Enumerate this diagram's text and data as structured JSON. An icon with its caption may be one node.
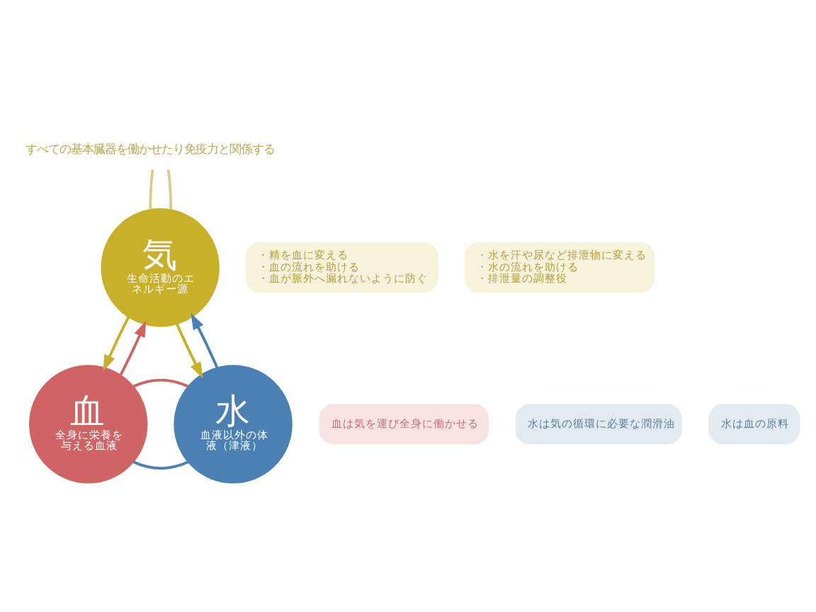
{
  "diagram": {
    "nodes": [
      {
        "text": [
          "気",
          "生命活動のエネルギー源"
        ]
      },
      {
        "text": [
          "血",
          "全身に栄養を与える血液"
        ]
      },
      {
        "text": [
          "水",
          "血液以外の体液（津液）"
        ]
      },
      {
        "text": [
          "すべての基本臓器を働かせたり免疫力と関係する"
        ]
      },
      {
        "text": [
          "・精を血に変える",
          "・血の流れを助ける",
          "・血が脈外へ漏れないように防ぐ"
        ]
      },
      {
        "text": [
          "・水を汗や尿など排泄物に変える",
          "・水の流れを助ける",
          "・排泄量の調整役"
        ]
      },
      {
        "text": [
          "血は気を運び全身に働かせる"
        ]
      },
      {
        "text": [
          "水は気の循環に必要な潤滑油"
        ]
      },
      {
        "text": [
          "水は血の原料"
        ]
      }
    ],
    "edges": [
      {
        "from": 3,
        "to": 0,
        "arrow": "none",
        "color": "#d8cc8c"
      },
      {
        "from": 3,
        "to": 0,
        "arrow": "none",
        "color": "#d8cc8c"
      },
      {
        "from": 0,
        "to": 1,
        "arrow": "to",
        "color": "#c8b02a"
      },
      {
        "from": 0,
        "to": 2,
        "arrow": "to",
        "color": "#c8b02a"
      },
      {
        "from": 1,
        "to": 0,
        "arrow": "to",
        "color": "#d06464"
      },
      {
        "from": 2,
        "to": 0,
        "arrow": "to",
        "color": "#4a80b4"
      },
      {
        "from": 1,
        "to": 2,
        "arrow": "none",
        "color": "#4a80b4"
      },
      {
        "from": 1,
        "to": 2,
        "arrow": "none",
        "color": "#d06464"
      }
    ]
  }
}
